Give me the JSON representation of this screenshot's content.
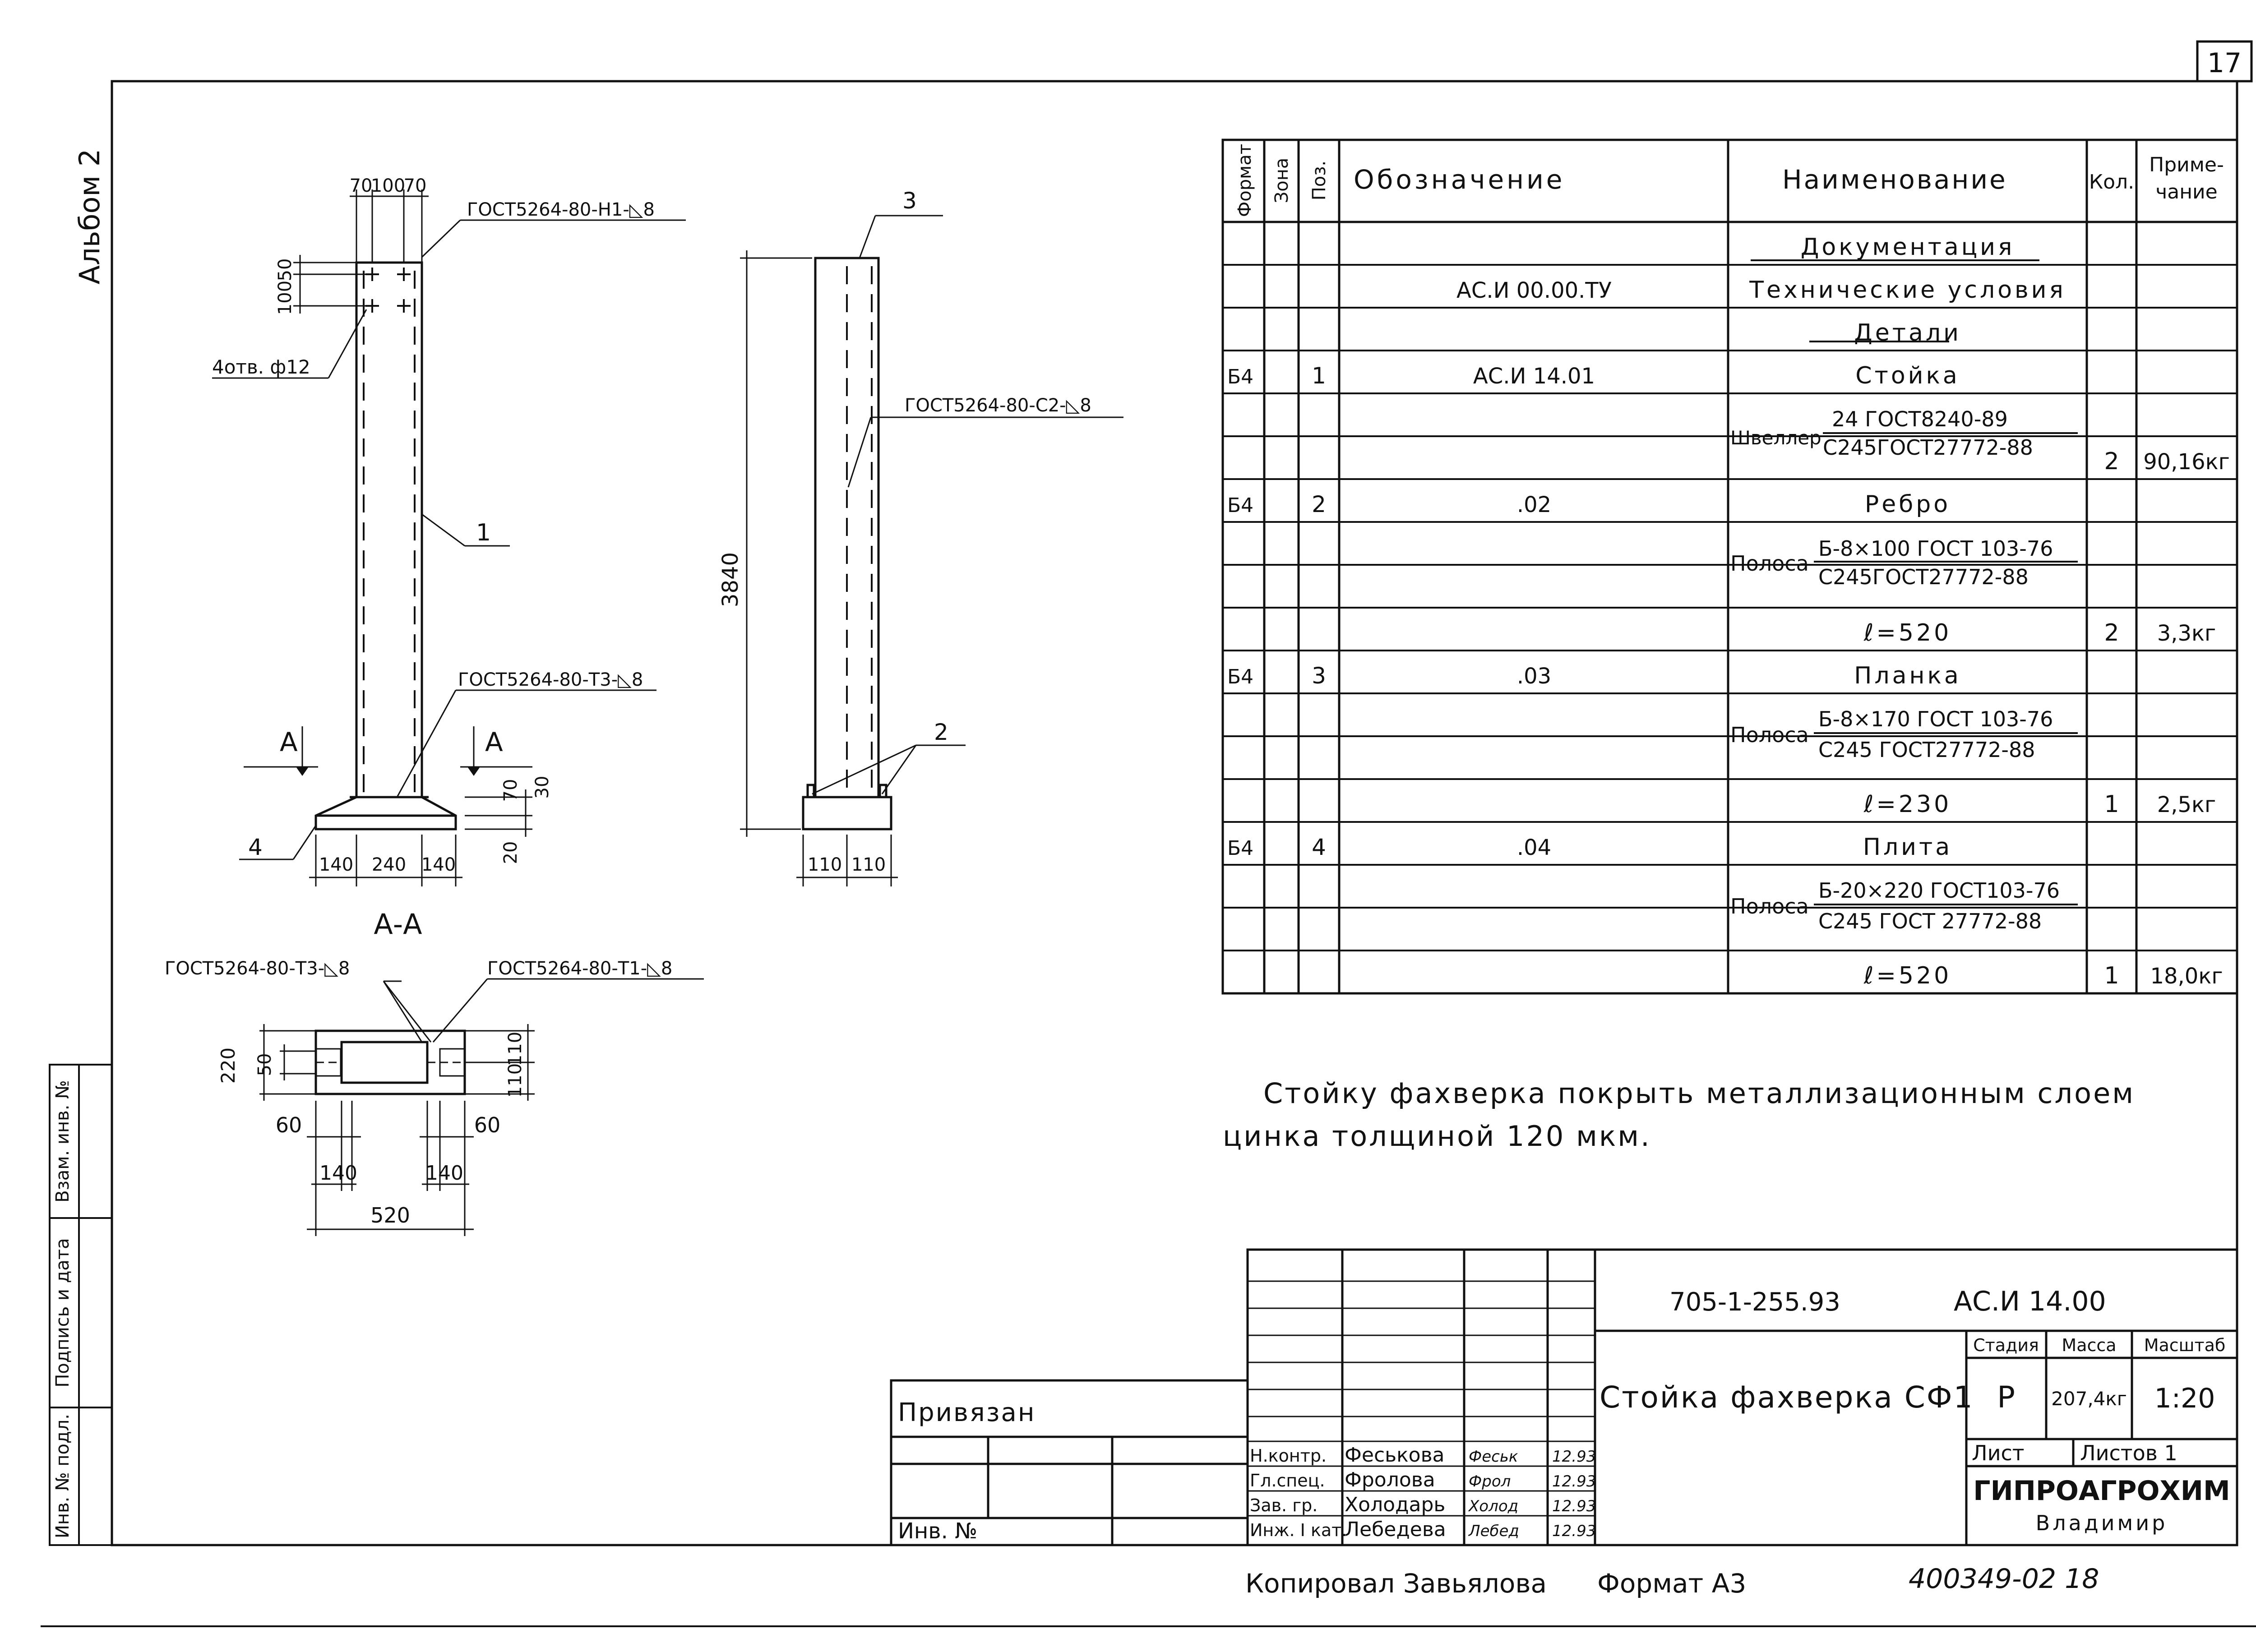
{
  "sheet": {
    "number": "17",
    "album": "Альбом 2"
  },
  "spec": {
    "headers": [
      "Формат",
      "Зона",
      "Поз.",
      "Обозначение",
      "Наименование",
      "Кол.",
      "Приме-",
      "чание"
    ],
    "rows": [
      {
        "fmt": "",
        "pos": "",
        "des": "",
        "name": "Документация",
        "qty": "",
        "note": ""
      },
      {
        "fmt": "",
        "pos": "",
        "des": "АС.И 00.00.ТУ",
        "name": "Технические условия",
        "qty": "",
        "note": ""
      },
      {
        "fmt": "",
        "pos": "",
        "des": "",
        "name": "Детали",
        "qty": "",
        "note": ""
      },
      {
        "fmt": "Б4",
        "pos": "1",
        "des": "АС.И 14.01",
        "name": "Стойка",
        "qty": "",
        "note": ""
      },
      {
        "fmt": "",
        "pos": "",
        "des": "",
        "name": "",
        "qty": "",
        "note": ""
      },
      {
        "fmt": "",
        "pos": "",
        "des": "",
        "name": "",
        "qty": "2",
        "note": "90,16кг"
      },
      {
        "fmt": "Б4",
        "pos": "2",
        "des": ".02",
        "name": "Ребро",
        "qty": "",
        "note": ""
      },
      {
        "fmt": "",
        "pos": "",
        "des": "",
        "name": "",
        "qty": "",
        "note": ""
      },
      {
        "fmt": "",
        "pos": "",
        "des": "",
        "name": "",
        "qty": "",
        "note": ""
      },
      {
        "fmt": "",
        "pos": "",
        "des": "",
        "name": "ℓ=520",
        "qty": "2",
        "note": "3,3кг"
      },
      {
        "fmt": "Б4",
        "pos": "3",
        "des": ".03",
        "name": "Планка",
        "qty": "",
        "note": ""
      },
      {
        "fmt": "",
        "pos": "",
        "des": "",
        "name": "",
        "qty": "",
        "note": ""
      },
      {
        "fmt": "",
        "pos": "",
        "des": "",
        "name": "",
        "qty": "",
        "note": ""
      },
      {
        "fmt": "",
        "pos": "",
        "des": "",
        "name": "ℓ=230",
        "qty": "1",
        "note": "2,5кг"
      },
      {
        "fmt": "Б4",
        "pos": "4",
        "des": ".04",
        "name": "Плита",
        "qty": "",
        "note": ""
      },
      {
        "fmt": "",
        "pos": "",
        "des": "",
        "name": "",
        "qty": "",
        "note": ""
      },
      {
        "fmt": "",
        "pos": "",
        "des": "",
        "name": "",
        "qty": "",
        "note": ""
      },
      {
        "fmt": "",
        "pos": "",
        "des": "",
        "name": "ℓ=520",
        "qty": "1",
        "note": "18,0кг"
      }
    ],
    "materials": [
      {
        "prefix": "Швеллер",
        "num": "24 ГОСТ8240-89",
        "den": "С245ГОСТ27772-88"
      },
      {
        "prefix": "Полоса",
        "num": "Б-8×100 ГОСТ 103-76",
        "den": "С245ГОСТ27772-88"
      },
      {
        "prefix": "Полоса",
        "num": "Б-8×170 ГОСТ 103-76",
        "den": "С245 ГОСТ27772-88"
      },
      {
        "prefix": "Полоса",
        "num": "Б-20×220 ГОСТ103-76",
        "den": "С245 ГОСТ 27772-88"
      }
    ]
  },
  "note": {
    "line1": "Стойку фахверка покрыть металлизационным слоем",
    "line2": "цинка толщиной 120 мкм."
  },
  "drawing": {
    "welds": {
      "h1": "ГОСТ5264-80-Н1-◺8",
      "c2": "ГОСТ5264-80-С2-◺8",
      "t3": "ГОСТ5264-80-Т3-◺8",
      "t3b": "ГОСТ5264-80-Т3-◺8",
      "t1": "ГОСТ5264-80-Т1-◺8"
    },
    "holes": "4отв. ф12",
    "section_mark": "А",
    "section_title": "А-А",
    "callouts": {
      "p1": "1",
      "p2": "2",
      "p3": "3",
      "p4": "4"
    },
    "dims": {
      "top70a": "70",
      "top100": "100",
      "top70b": "70",
      "v50": "50",
      "v100": "100",
      "b140a": "140",
      "b240": "240",
      "b140b": "140",
      "v70": "70",
      "v30": "30",
      "v20": "20",
      "h3840": "3840",
      "s110a": "110",
      "s110b": "110",
      "a220": "220",
      "a50": "50",
      "a110a": "110",
      "a110b": "110",
      "a60a": "60",
      "a60b": "60",
      "a140a": "140",
      "a140b": "140",
      "a520": "520"
    }
  },
  "side_stamp": [
    "Инв. № подл.",
    "Подпись и дата",
    "Взам. инв. №"
  ],
  "title_block": {
    "code": "705-1-255.93",
    "doc": "АС.И 14.00",
    "title": "Стойка фахверка СФ1",
    "stage_label": "Стадия",
    "mass_label": "Масса",
    "scale_label": "Масштаб",
    "stage": "Р",
    "mass": "207,4кг",
    "scale": "1:20",
    "sheet_label": "Лист",
    "sheets_label": "Листов 1",
    "org1": "ГИПРОАГРОХИМ",
    "org2": "Владимир",
    "signers": [
      {
        "role": "Н.контр.",
        "name": "Феськова",
        "sign": "Феськ",
        "date": "12.93"
      },
      {
        "role": "Гл.спец.",
        "name": "Фролова",
        "sign": "Фрол",
        "date": "12.93"
      },
      {
        "role": "Зав. гр.",
        "name": "Холодарь",
        "sign": "Холод",
        "date": "12.93"
      },
      {
        "role": "Инж. I кат.",
        "name": "Лебедева",
        "sign": "Лебед",
        "date": "12.93"
      }
    ],
    "privyazan": "Привязан",
    "inv": "Инв. №"
  },
  "footer": {
    "copied": "Копировал Завьялова",
    "format": "Формат А3",
    "stamp": "400349-02 18"
  }
}
